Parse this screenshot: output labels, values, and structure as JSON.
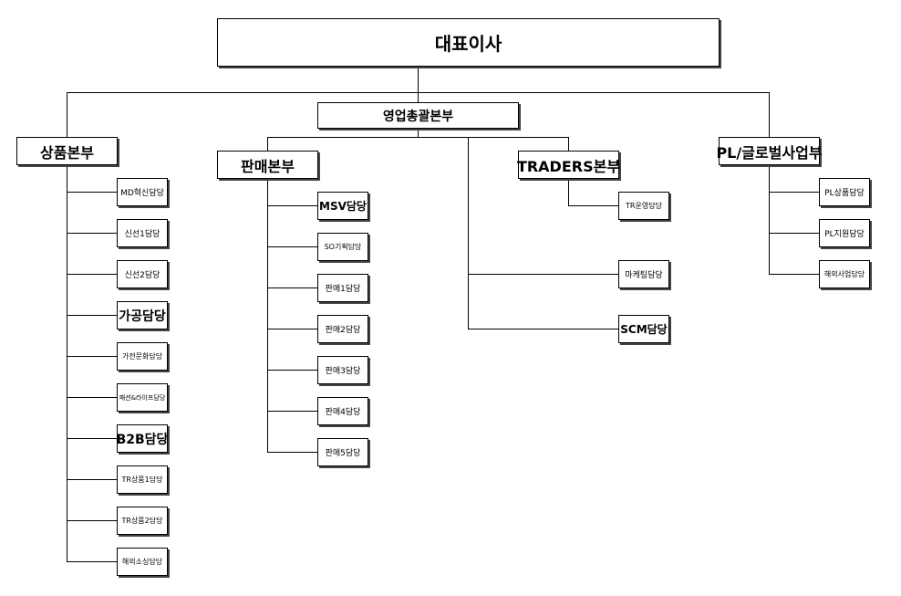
{
  "ceo": "대표이사",
  "hq": "영업총괄본부",
  "divisions": {
    "product": "상품본부",
    "sales": "판매본부",
    "traders": "TRADERS본부",
    "pl": "PL/글로벌사업부"
  },
  "product_teams": [
    "MD혁신담당",
    "신선1담당",
    "신선2담당",
    "가공담당",
    "가전문화담당",
    "패션&라이프담당",
    "B2B담당",
    "TR상품1담당",
    "TR상품2담당",
    "해외소싱담당"
  ],
  "sales_teams": [
    "MSV담당",
    "SO기획담당",
    "판매1담당",
    "판매2담당",
    "판매3담당",
    "판매4담당",
    "판매5담당"
  ],
  "traders_teams": [
    "TR운영담당",
    "마케팅담당",
    "SCM담당"
  ],
  "pl_teams": [
    "PL상품담당",
    "PL지원담당",
    "해외사업담당"
  ]
}
